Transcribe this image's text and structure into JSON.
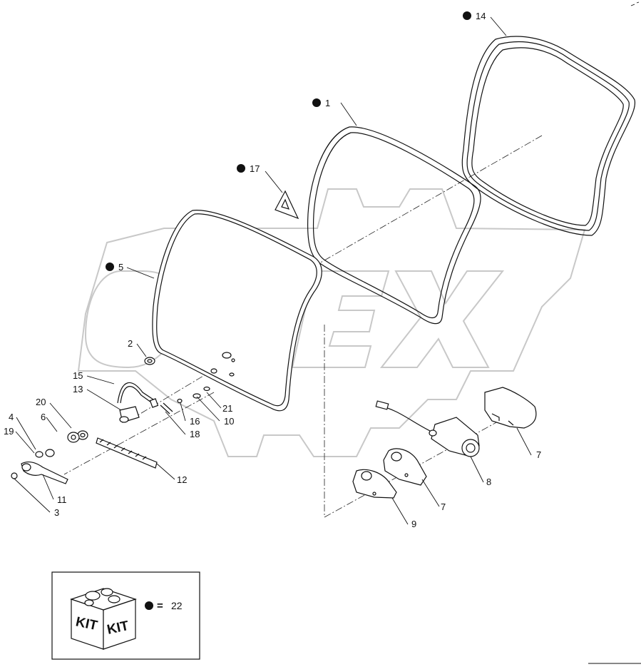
{
  "watermark": {
    "text": "OPEX",
    "color": "#c8c8c8"
  },
  "colors": {
    "ink": "#111111",
    "marker": "#111111"
  },
  "callouts": [
    {
      "id": "c14",
      "label": "14",
      "marked": true
    },
    {
      "id": "c1",
      "label": "1",
      "marked": true
    },
    {
      "id": "c17",
      "label": "17",
      "marked": true
    },
    {
      "id": "c5",
      "label": "5",
      "marked": true
    },
    {
      "id": "c2",
      "label": "2",
      "marked": false
    },
    {
      "id": "c15",
      "label": "15",
      "marked": false
    },
    {
      "id": "c13",
      "label": "13",
      "marked": false
    },
    {
      "id": "c20",
      "label": "20",
      "marked": false
    },
    {
      "id": "c4",
      "label": "4",
      "marked": false
    },
    {
      "id": "c6",
      "label": "6",
      "marked": false
    },
    {
      "id": "c19",
      "label": "19",
      "marked": false
    },
    {
      "id": "c21",
      "label": "21",
      "marked": false
    },
    {
      "id": "c16",
      "label": "16",
      "marked": false
    },
    {
      "id": "c10",
      "label": "10",
      "marked": false
    },
    {
      "id": "c18",
      "label": "18",
      "marked": false
    },
    {
      "id": "c12",
      "label": "12",
      "marked": false
    },
    {
      "id": "c11",
      "label": "11",
      "marked": false
    },
    {
      "id": "c3",
      "label": "3",
      "marked": false
    },
    {
      "id": "c7a",
      "label": "7",
      "marked": false
    },
    {
      "id": "c8",
      "label": "8",
      "marked": false
    },
    {
      "id": "c7b",
      "label": "7",
      "marked": false
    },
    {
      "id": "c9",
      "label": "9",
      "marked": false
    }
  ],
  "kit_legend": {
    "box_text_left": "KIT",
    "box_text_right": "KIT",
    "equals": "=",
    "kit_number": "22"
  },
  "icons": [
    "kit-box-icon",
    "bullet-marker-icon"
  ]
}
